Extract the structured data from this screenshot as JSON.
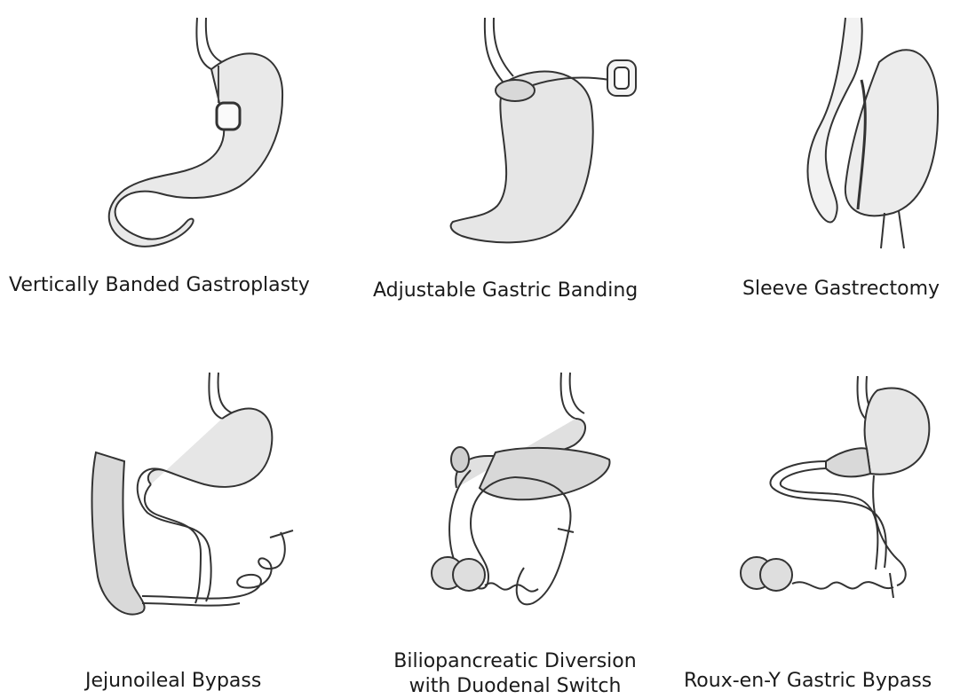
{
  "figure": {
    "panels": [
      {
        "id": "vbg",
        "caption": "Vertically Banded Gastroplasty",
        "illustration": "stomach-vertical-band-illustration"
      },
      {
        "id": "agb",
        "caption": "Adjustable Gastric Banding",
        "illustration": "stomach-adjustable-band-illustration"
      },
      {
        "id": "sg",
        "caption": "Sleeve Gastrectomy",
        "illustration": "stomach-sleeve-illustration"
      },
      {
        "id": "jib",
        "caption": "Jejunoileal Bypass",
        "illustration": "jejunoileal-bypass-illustration"
      },
      {
        "id": "bpd",
        "caption_lines": [
          "Biliopancreatic Diversion",
          "with Duodenal Switch"
        ],
        "illustration": "biliopancreatic-diversion-illustration"
      },
      {
        "id": "ryg",
        "caption": "Roux-en-Y Gastric Bypass",
        "illustration": "roux-en-y-bypass-illustration"
      }
    ]
  }
}
